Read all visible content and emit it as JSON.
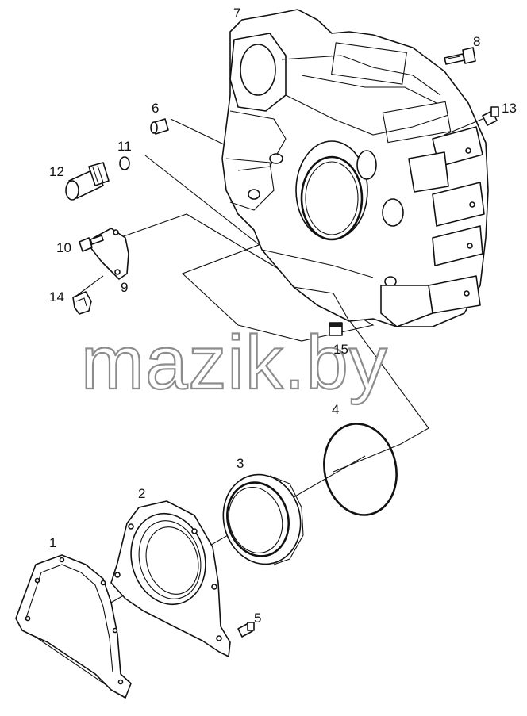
{
  "watermark": "mazik.by",
  "callouts": [
    {
      "id": "1",
      "label": "1"
    },
    {
      "id": "2",
      "label": "2"
    },
    {
      "id": "3",
      "label": "3"
    },
    {
      "id": "4",
      "label": "4"
    },
    {
      "id": "5",
      "label": "5"
    },
    {
      "id": "6",
      "label": "6"
    },
    {
      "id": "7",
      "label": "7"
    },
    {
      "id": "8",
      "label": "8"
    },
    {
      "id": "9",
      "label": "9"
    },
    {
      "id": "10",
      "label": "10"
    },
    {
      "id": "11",
      "label": "11"
    },
    {
      "id": "12",
      "label": "12"
    },
    {
      "id": "13",
      "label": "13"
    },
    {
      "id": "14",
      "label": "14"
    },
    {
      "id": "15",
      "label": "15"
    }
  ]
}
